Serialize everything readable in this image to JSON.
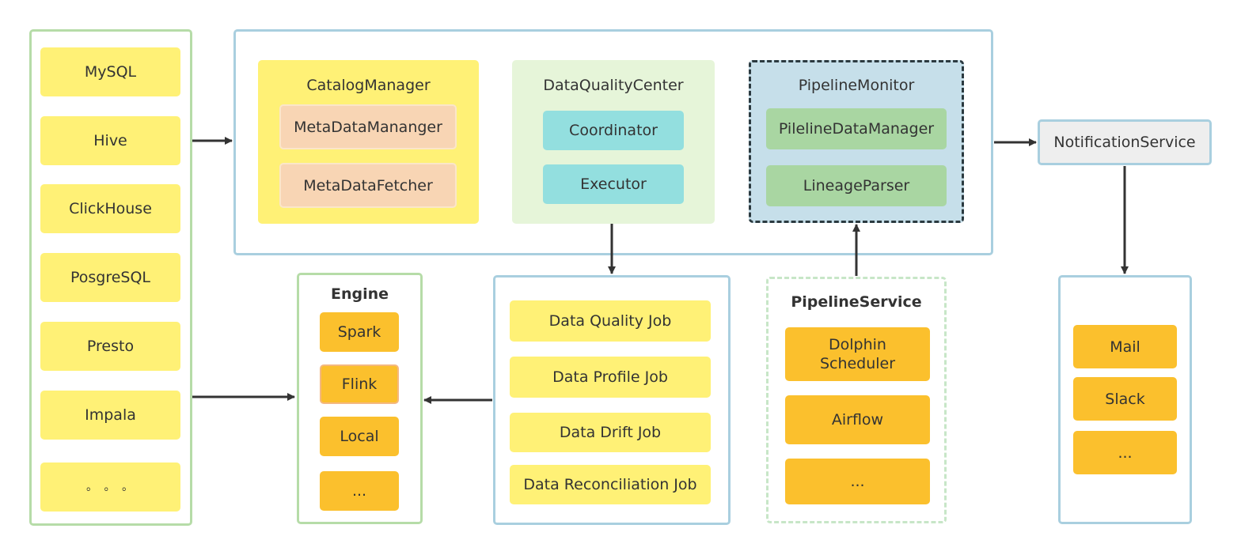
{
  "sources": [
    "MySQL",
    "Hive",
    "ClickHouse",
    "PosgreSQL",
    "Presto",
    "Impala",
    "。 。 。"
  ],
  "catalog_manager": {
    "title": "CatalogManager",
    "items": [
      "MetaDataMananger",
      "MetaDataFetcher"
    ]
  },
  "data_quality_center": {
    "title": "DataQualityCenter",
    "items": [
      "Coordinator",
      "Executor"
    ]
  },
  "pipeline_monitor": {
    "title": "PipelineMonitor",
    "items": [
      "PilelineDataManager",
      "LineageParser"
    ]
  },
  "notification_service": {
    "label": "NotificationService"
  },
  "engine": {
    "title": "Engine",
    "items": [
      "Spark",
      "Flink",
      "Local",
      "..."
    ]
  },
  "jobs": [
    "Data Quality Job",
    "Data Profile Job",
    "Data Drift Job",
    "Data Reconciliation Job"
  ],
  "pipeline_service": {
    "title": "PipelineService",
    "items": [
      "Dolphin Scheduler",
      "Airflow",
      "..."
    ]
  },
  "channels": [
    "Mail",
    "Slack",
    "..."
  ],
  "colors": {
    "green_border": "#b6dca8",
    "blue_border": "#a9cfdf",
    "yellow": "#fff176",
    "orange": "#fbc02d",
    "peach": "#f8d5b4",
    "cyan": "#93dfdf",
    "green_fill": "#a9d6a2",
    "monitor_fill": "#c6dfea",
    "light_green_fill": "#e6f5d9",
    "arrow": "#333333"
  }
}
